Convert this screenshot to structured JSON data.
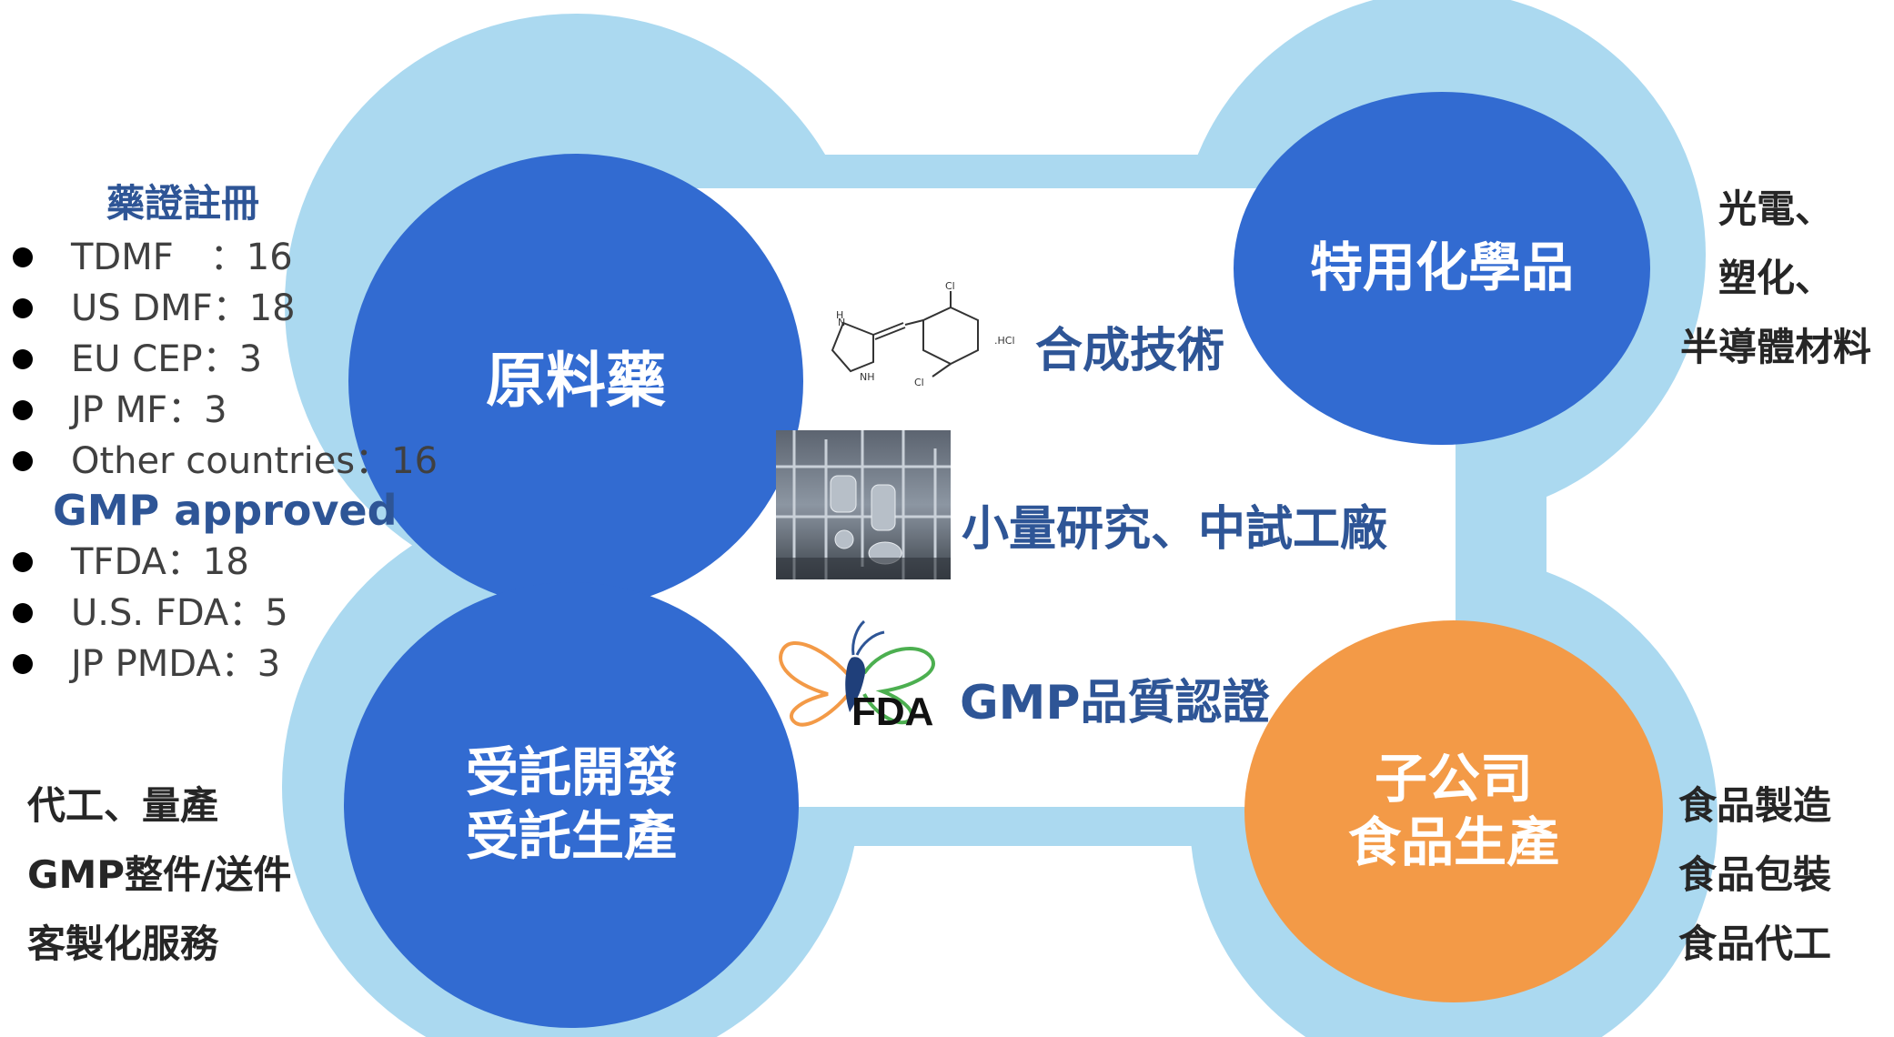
{
  "circles": {
    "api": {
      "line1": "原料藥"
    },
    "specialty": {
      "line1": "特用化學品"
    },
    "cdmo": {
      "line1": "受託開發",
      "line2": "受託生產"
    },
    "subsidiary": {
      "line1": "子公司",
      "line2": "食品生產"
    }
  },
  "registration": {
    "title": "藥證註冊",
    "items": [
      {
        "label": "TDMF　：16"
      },
      {
        "label": "US DMF：18"
      },
      {
        "label": "EU CEP：3"
      },
      {
        "label": "JP MF：3"
      },
      {
        "label": "Other countries：16"
      }
    ]
  },
  "gmp": {
    "title": "GMP  approved",
    "items": [
      {
        "label": "TFDA：18"
      },
      {
        "label": "U.S. FDA：5"
      },
      {
        "label": "JP PMDA：3"
      }
    ]
  },
  "cdmo_services": [
    "代工、量產",
    "GMP整件/送件",
    "客製化服務"
  ],
  "specialty_uses": [
    "光電、",
    "塑化、",
    "半導體材料"
  ],
  "food_uses": [
    "食品製造",
    "食品包裝",
    "食品代工"
  ],
  "center": {
    "synthesis": "合成技術",
    "pilot": "小量研究、中試工廠",
    "gmp_cert": "GMP品質認證"
  },
  "molecule": {
    "atom_n1": "N",
    "atom_nh": "NH",
    "atom_h": "H",
    "atom_cl1": "Cl",
    "atom_cl2": "Cl",
    "salt": ".HCl"
  },
  "fda_logo": {
    "text": "FDA"
  },
  "colors": {
    "circle_blue": "#326bd1",
    "circle_orange": "#f39a47",
    "background_blob": "#a8d8ef",
    "label_blue": "#2e5596"
  }
}
